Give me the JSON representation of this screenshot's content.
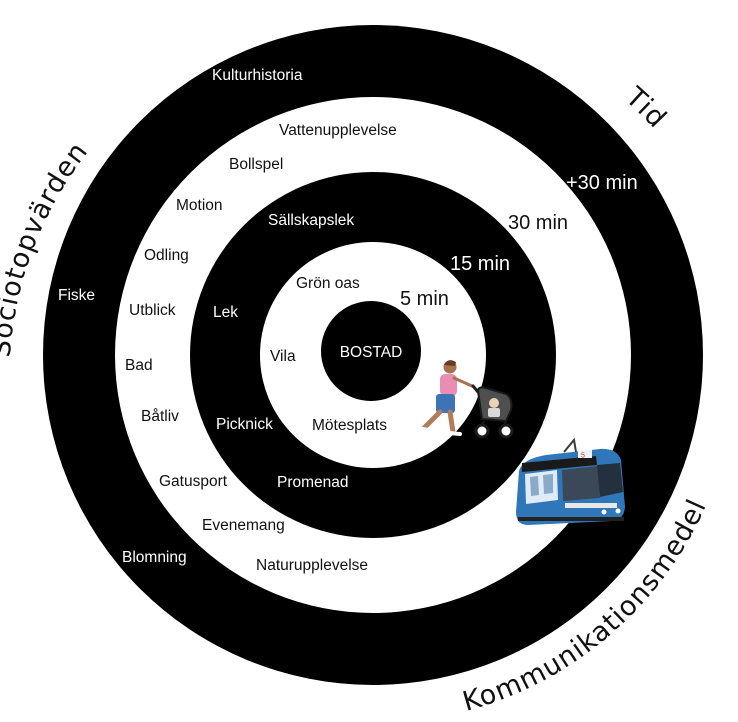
{
  "center": {
    "label": "BOSTAD"
  },
  "curved_labels": {
    "sociotop": "Sociotopvärden",
    "tid": "Tid",
    "kommunikation": "Kommunikationsmedel"
  },
  "times": {
    "t5": "5 min",
    "t15": "15 min",
    "t30": "30 min",
    "t30plus": "+30 min"
  },
  "zone_5": [
    "Grön oas",
    "Vila",
    "Mötesplats"
  ],
  "zone_15": [
    "Sällskapslek",
    "Lek",
    "Picknick",
    "Promenad"
  ],
  "zone_30": [
    "Vattenupplevelse",
    "Bollspel",
    "Motion",
    "Odling",
    "Utblick",
    "Bad",
    "Båtliv",
    "Gatusport",
    "Evenemang",
    "Naturupplevelse"
  ],
  "zone_30plus": [
    "Kulturhistoria",
    "Fiske",
    "Blomning"
  ],
  "colors": {
    "ring_dark": "#000000",
    "ring_light": "#ffffff",
    "tram_blue": "#2f77b8"
  },
  "icons": [
    "person-with-stroller-icon",
    "tram-icon"
  ]
}
